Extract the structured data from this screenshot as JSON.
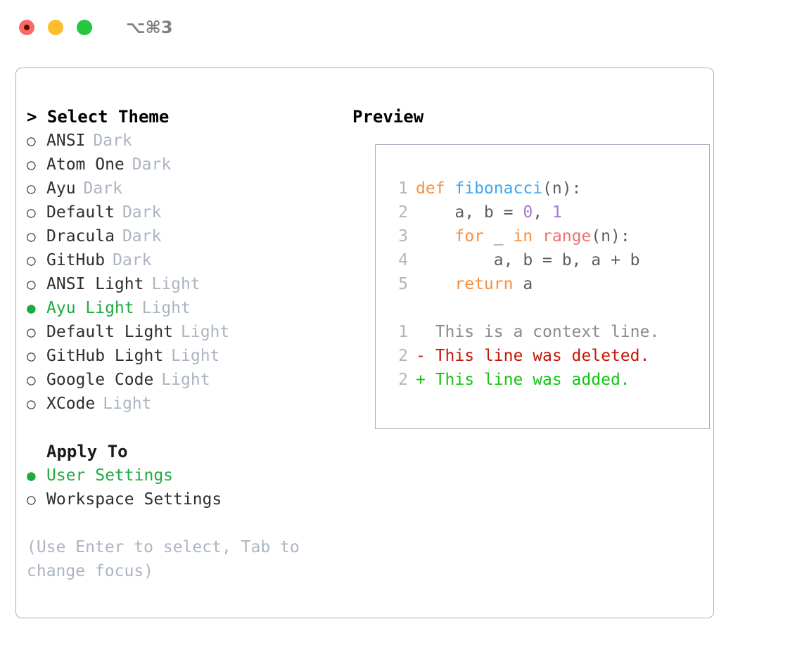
{
  "window": {
    "shortcut_label": "⌥⌘3",
    "traffic_lights": [
      {
        "name": "close",
        "color": "#fa6a5f"
      },
      {
        "name": "minimize",
        "color": "#fdbc2e"
      },
      {
        "name": "zoom",
        "color": "#26c73f"
      }
    ]
  },
  "colors": {
    "accent_green": "#1faa41",
    "muted": "#abb4c2",
    "panel_border": "#a8b0be",
    "keyword": "#fa8d3e",
    "function": "#3aa7f3",
    "number": "#a37acc",
    "builtin": "#f07171",
    "identifier": "#575f66",
    "diff_context": "#8a8a8a",
    "diff_deleted": "#c21807",
    "diff_added": "#13c413"
  },
  "theme_picker": {
    "title": "> Select Theme",
    "bullet_unselected": "○",
    "bullet_selected": "●",
    "items": [
      {
        "label": "ANSI",
        "tag": "Dark",
        "selected": false
      },
      {
        "label": "Atom One",
        "tag": "Dark",
        "selected": false
      },
      {
        "label": "Ayu",
        "tag": "Dark",
        "selected": false
      },
      {
        "label": "Default",
        "tag": "Dark",
        "selected": false
      },
      {
        "label": "Dracula",
        "tag": "Dark",
        "selected": false
      },
      {
        "label": "GitHub",
        "tag": "Dark",
        "selected": false
      },
      {
        "label": "ANSI Light",
        "tag": "Light",
        "selected": false
      },
      {
        "label": "Ayu Light",
        "tag": "Light",
        "selected": true
      },
      {
        "label": "Default Light",
        "tag": "Light",
        "selected": false
      },
      {
        "label": "GitHub Light",
        "tag": "Light",
        "selected": false
      },
      {
        "label": "Google Code",
        "tag": "Light",
        "selected": false
      },
      {
        "label": "XCode",
        "tag": "Light",
        "selected": false
      }
    ]
  },
  "apply_to": {
    "title": "Apply To",
    "items": [
      {
        "label": "User Settings",
        "selected": true
      },
      {
        "label": "Workspace Settings",
        "selected": false
      }
    ]
  },
  "hint": "(Use Enter to select, Tab to change focus)",
  "preview": {
    "title": "Preview",
    "code_lines": [
      {
        "number": "1",
        "tokens": [
          {
            "text": "def ",
            "type": "keyword"
          },
          {
            "text": "fibonacci",
            "type": "function"
          },
          {
            "text": "(n):",
            "type": "punct"
          }
        ]
      },
      {
        "number": "2",
        "tokens": [
          {
            "text": "    a, b = ",
            "type": "identifier"
          },
          {
            "text": "0",
            "type": "number"
          },
          {
            "text": ", ",
            "type": "identifier"
          },
          {
            "text": "1",
            "type": "number"
          }
        ]
      },
      {
        "number": "3",
        "tokens": [
          {
            "text": "    for ",
            "type": "keyword"
          },
          {
            "text": "_ ",
            "type": "identifier"
          },
          {
            "text": "in ",
            "type": "keyword"
          },
          {
            "text": "range",
            "type": "builtin"
          },
          {
            "text": "(n):",
            "type": "punct"
          }
        ]
      },
      {
        "number": "4",
        "tokens": [
          {
            "text": "        a, b = b, a + b",
            "type": "identifier"
          }
        ]
      },
      {
        "number": "5",
        "tokens": [
          {
            "text": "    return ",
            "type": "keyword"
          },
          {
            "text": "a",
            "type": "identifier"
          }
        ]
      }
    ],
    "diff_lines": [
      {
        "number": "1",
        "marker": " ",
        "text": " This is a context line.",
        "type": "context"
      },
      {
        "number": "2",
        "marker": "-",
        "text": " This line was deleted.",
        "type": "deleted"
      },
      {
        "number": "2",
        "marker": "+",
        "text": " This line was added.",
        "type": "added"
      }
    ]
  }
}
